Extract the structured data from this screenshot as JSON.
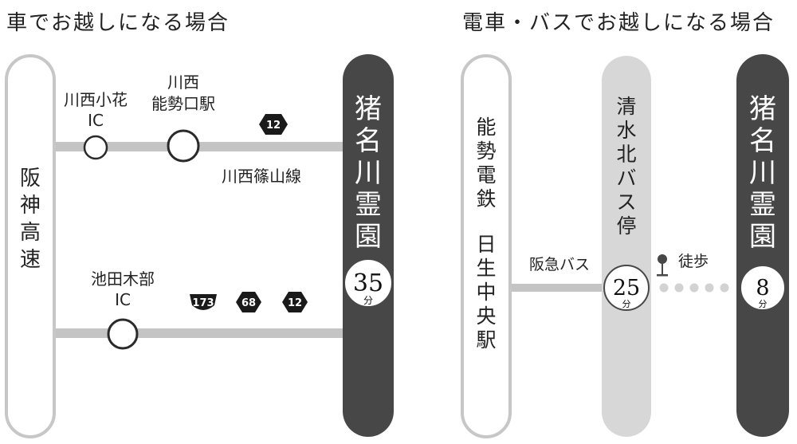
{
  "car_section": {
    "title": "車でお越しになる場合",
    "highway": {
      "label": "阪神高速"
    },
    "upper_route": {
      "ic_label": "川西小花\nIC",
      "station_label": "川西\n能勢口駅",
      "road_name": "川西篠山線",
      "route_badges": [
        "12"
      ]
    },
    "lower_route": {
      "ic_label": "池田木部\nIC",
      "route_badges": [
        "173",
        "68",
        "12"
      ]
    },
    "destination": {
      "label": "猪名川霊園",
      "time_value": "35",
      "time_unit": "分"
    }
  },
  "train_section": {
    "title": "電車・バスでお越しになる場合",
    "station": {
      "line_label": "能勢電鉄",
      "station_label": "日生中央駅"
    },
    "bus_route_label": "阪急バス",
    "bus_stop": {
      "label": "清水北バス停",
      "time_value": "25",
      "time_unit": "分"
    },
    "walk_label": "徒歩",
    "destination": {
      "label": "猪名川霊園",
      "time_value": "8",
      "time_unit": "分"
    }
  },
  "colors": {
    "dark": "#474747",
    "grey_bar": "#d7d7d7",
    "outline": "#c7c7c7",
    "road": "#c4c4c4",
    "text": "#222222",
    "white": "#ffffff"
  }
}
